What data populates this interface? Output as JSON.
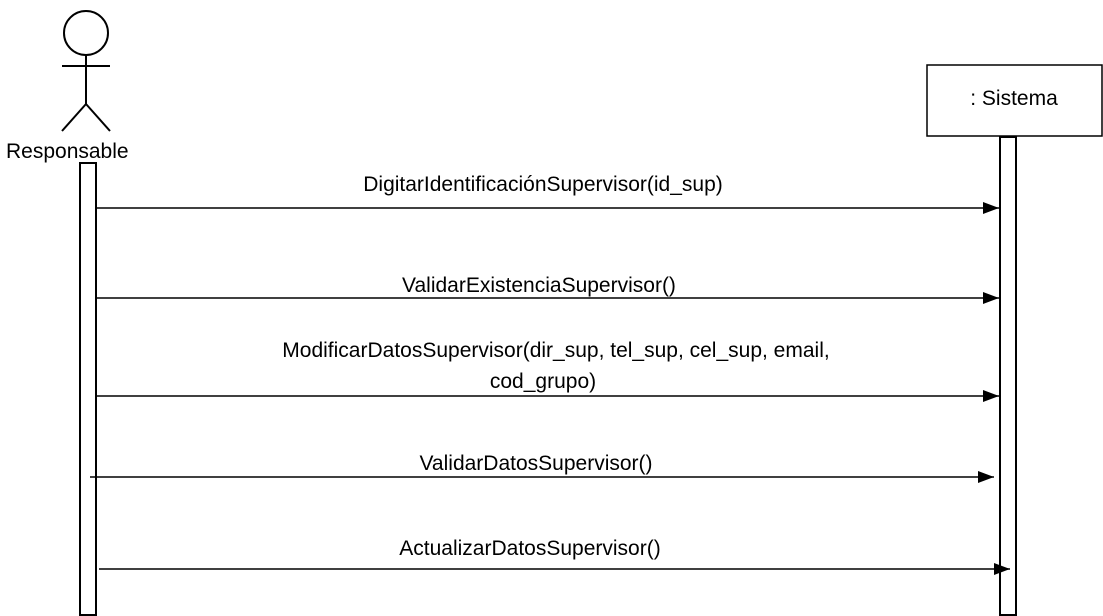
{
  "actor": {
    "label": "Responsable",
    "icon": "stick-figure-icon"
  },
  "object": {
    "label": ": Sistema"
  },
  "messages": [
    {
      "lines": [
        "DigitarIdentificaciónSupervisor(id_sup)"
      ]
    },
    {
      "lines": [
        "ValidarExistenciaSupervisor()"
      ]
    },
    {
      "lines": [
        "ModificarDatosSupervisor(dir_sup, tel_sup, cel_sup, email,",
        "cod_grupo)"
      ]
    },
    {
      "lines": [
        "ValidarDatosSupervisor()"
      ]
    },
    {
      "lines": [
        "ActualizarDatosSupervisor()"
      ]
    }
  ]
}
